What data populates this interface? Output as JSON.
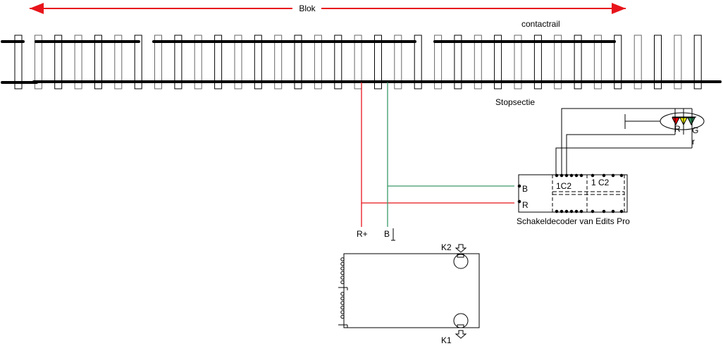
{
  "labels": {
    "blok": "Blok",
    "contactrail": "contactrail",
    "stopsectie": "Stopsectie",
    "decoder": "Schakeldecoder van Edits Pro",
    "decoder_b": "B",
    "decoder_r": "R",
    "decoder_1c2_left": "1C2",
    "decoder_1c2_right": "1 C2",
    "signal_r": "R",
    "signal_g": "G",
    "signal_r2": "r",
    "r_plus": "R+",
    "b_ground": "B",
    "k1": "K1",
    "k2": "K2"
  },
  "colors": {
    "red_wire": "#e8141b",
    "green_wire": "#3a9a6a",
    "signal_red": "#ff0000",
    "signal_yellow": "#ffff00",
    "signal_green": "#2e8b57"
  },
  "legend_icons": [
    "track-icon",
    "signal-icon",
    "decoder-icon",
    "command-station-icon"
  ]
}
